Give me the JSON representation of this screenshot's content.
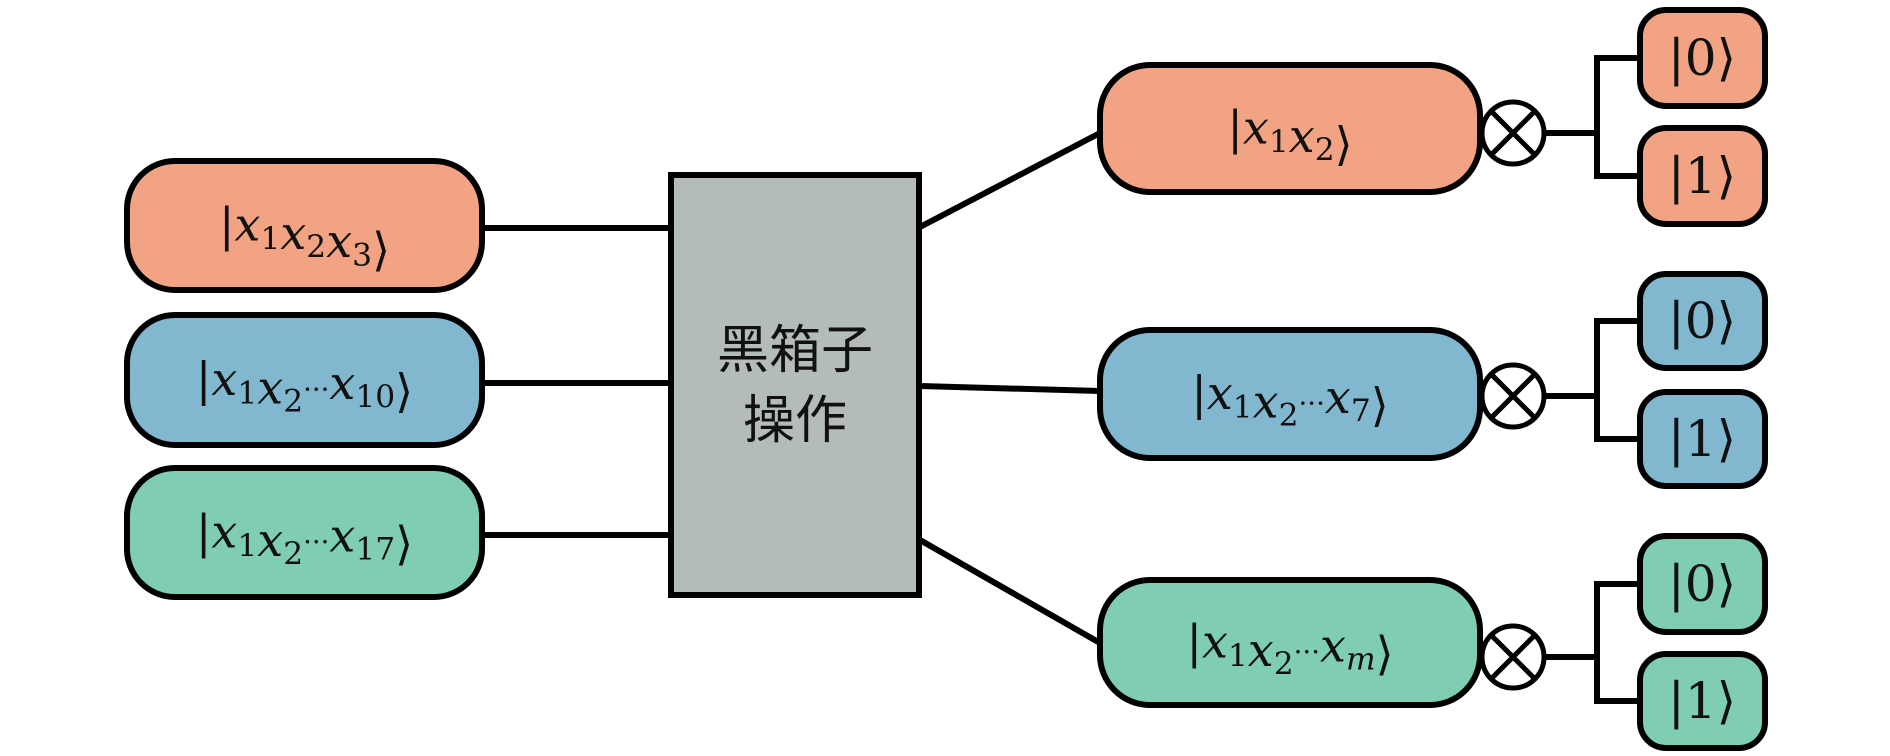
{
  "colors": {
    "orange": "#F2A383",
    "blue": "#82B8CF",
    "green": "#7FCDB5",
    "blackbox": "#B3BCBA",
    "stroke": "#000000"
  },
  "blackbox": {
    "line1": "黑箱子",
    "line2": "操作"
  },
  "inputs": [
    {
      "color": "orange",
      "label": "|x₁x₂x₃⟩",
      "base": "x",
      "subs": [
        "1",
        "2",
        "3"
      ],
      "dots": false
    },
    {
      "color": "blue",
      "label": "|x₁x₂⋯x₁₀⟩",
      "base": "x",
      "subs": [
        "1",
        "2",
        "10"
      ],
      "dots": true
    },
    {
      "color": "green",
      "label": "|x₁x₂⋯x₁₇⟩",
      "base": "x",
      "subs": [
        "1",
        "2",
        "17"
      ],
      "dots": true
    }
  ],
  "outputs": [
    {
      "color": "orange",
      "label": "|x₁x₂⟩",
      "base": "x",
      "subs": [
        "1",
        "2"
      ],
      "dots": false,
      "branches": [
        "|0⟩",
        "|1⟩"
      ]
    },
    {
      "color": "blue",
      "label": "|x₁x₂⋯x₇⟩",
      "base": "x",
      "subs": [
        "1",
        "2",
        "7"
      ],
      "dots": true,
      "branches": [
        "|0⟩",
        "|1⟩"
      ]
    },
    {
      "color": "green",
      "label": "|x₁x₂⋯x_m⟩",
      "base": "x",
      "subs": [
        "1",
        "2",
        "m"
      ],
      "dots": true,
      "branches": [
        "|0⟩",
        "|1⟩"
      ]
    }
  ],
  "measure_icon": "circled-times-icon"
}
